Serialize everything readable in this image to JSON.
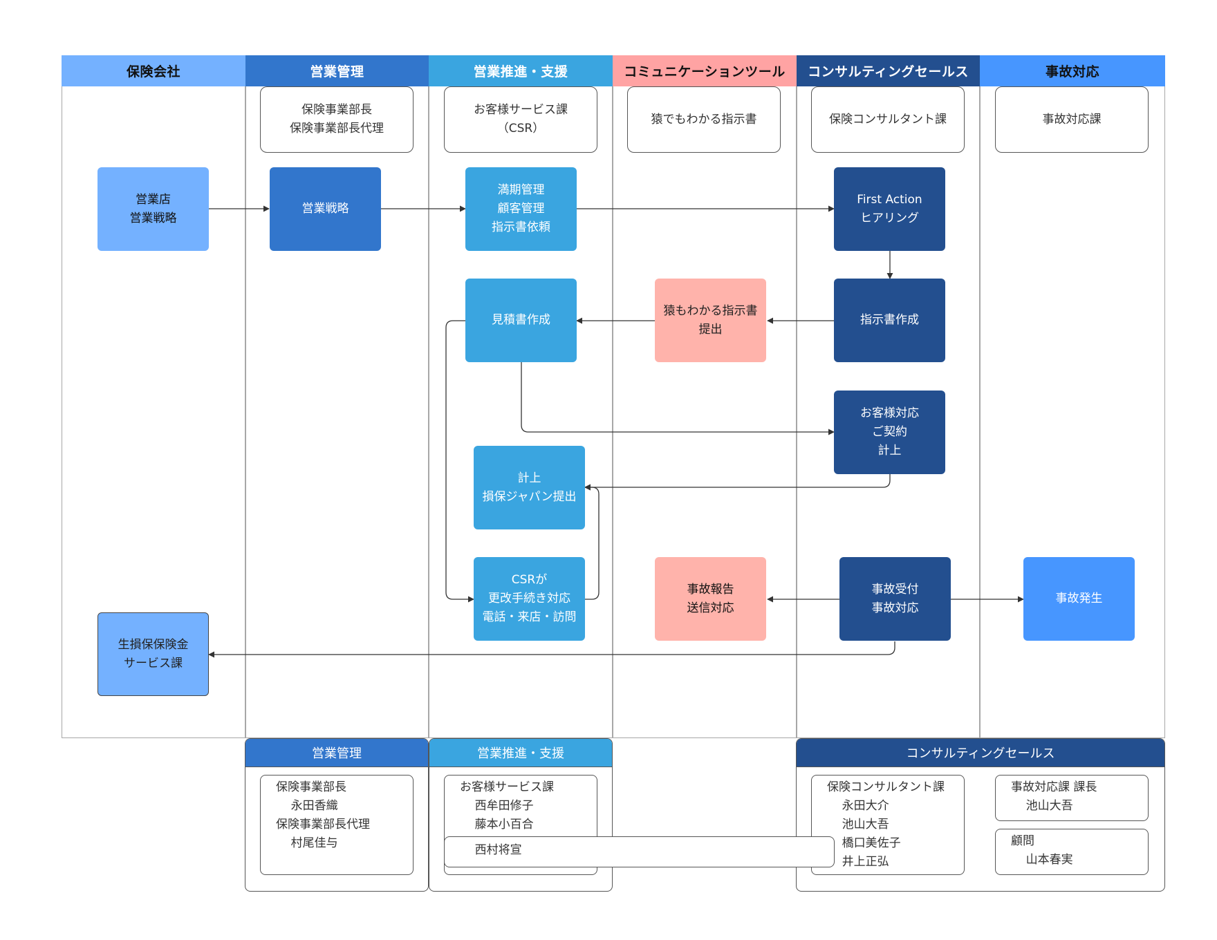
{
  "colors": {
    "lane_header_1": "#74b1ff",
    "lane_header_2": "#3276cc",
    "lane_header_3": "#3aa5e0",
    "lane_header_4": "#ffa3a3",
    "lane_header_5": "#234f8f",
    "lane_header_6": "#4796ff",
    "node_light_blue": "#74b1ff",
    "node_mid_blue": "#3276cc",
    "node_cyan": "#3aa5e0",
    "node_pink": "#ffb3ab",
    "node_navy": "#234f8f",
    "node_bright_blue": "#4796ff",
    "connector": "#333333",
    "lane_border": "#a7a7a7"
  },
  "lanes": [
    {
      "label": "保険会社"
    },
    {
      "label": "営業管理"
    },
    {
      "label": "営業推進・支援"
    },
    {
      "label": "コミュニケーションツール"
    },
    {
      "label": "コンサルティングセールス"
    },
    {
      "label": "事故対応"
    }
  ],
  "roles": [
    {
      "label": "保険事業部長\n保険事業部長代理"
    },
    {
      "label": "お客様サービス課\n（CSR）"
    },
    {
      "label": "猿でもわかる指示書"
    },
    {
      "label": "保険コンサルタント課"
    },
    {
      "label": "事故対応課"
    }
  ],
  "nodes": {
    "branch_strategy": "営業店\n営業戦略",
    "sales_strategy": "営業戦略",
    "maturity_mgmt": "満期管理\n顧客管理\n指示書依頼",
    "first_action": "First Action\nヒアリング",
    "create_instructions": "指示書作成",
    "submit_instructions": "猿もわかる指示書\n提出",
    "create_estimate": "見積書作成",
    "customer_contract": "お客様対応\nご契約\n計上",
    "record_submit": "計上\n損保ジャパン提出",
    "csr_renewal": "CSRが\n更改手続き対応\n電話・来店・訪問",
    "accident_report": "事故報告\n送信対応",
    "accident_intake": "事故受付\n事故対応",
    "accident_occurs": "事故発生",
    "claims_service": "生損保保険金\nサービス課"
  },
  "bottom": {
    "sales_mgmt": {
      "header": "営業管理",
      "lines": [
        "保険事業部長",
        "    永田香織",
        "保険事業部長代理",
        "    村尾佳与"
      ]
    },
    "sales_support": {
      "header": "営業推進・支援",
      "lines": [
        "お客様サービス課",
        "    西牟田修子",
        "    藤本小百合"
      ]
    },
    "shared_member": "    西村将宣",
    "consulting": {
      "header": "コンサルティングセールス",
      "consultants": [
        "保険コンサルタント課",
        "    永田大介",
        "    池山大吾",
        "    橋口美佐子",
        "    井上正弘"
      ],
      "accident_chief": [
        "事故対応課 課長",
        "    池山大吾"
      ],
      "advisor": [
        "顧問",
        "    山本春実"
      ]
    }
  }
}
